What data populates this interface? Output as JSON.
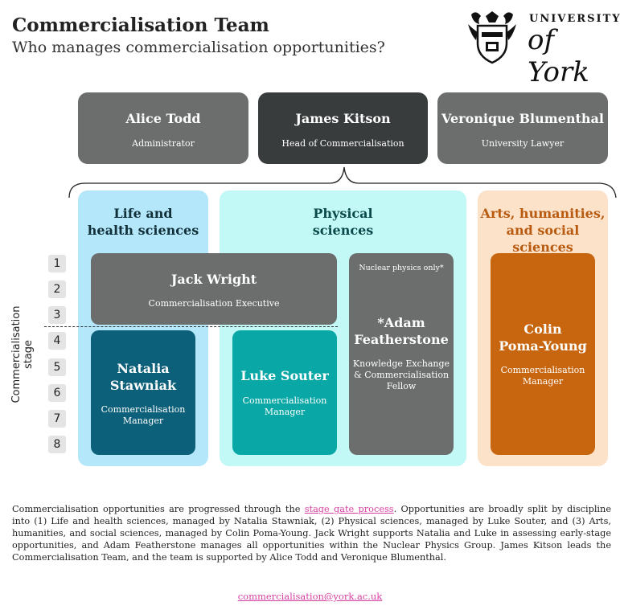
{
  "header": {
    "title": "Commercialisation Team",
    "subtitle": "Who manages commercialisation opportunities?"
  },
  "logo": {
    "line1": "UNIVERSITY",
    "line2": "of York"
  },
  "top_roles": [
    {
      "name": "Alice Todd",
      "role": "Administrator",
      "color": "#6b6e6d"
    },
    {
      "name": "James Kitson",
      "role": "Head of Commercialisation",
      "color": "#393c3d"
    },
    {
      "name": "Veronique Blumenthal",
      "role": "University Lawyer",
      "color": "#6b6e6d"
    }
  ],
  "axis_label": "Commercialisation stage",
  "stages": [
    "1",
    "2",
    "3",
    "4",
    "5",
    "6",
    "7",
    "8"
  ],
  "panels": {
    "life": {
      "title_line1": "Life and",
      "title_line2": "health sciences",
      "bg": "#b3e7f9"
    },
    "physical": {
      "title_line1": "Physical",
      "title_line2": "sciences",
      "bg": "#c2f8f6"
    },
    "arts": {
      "title_line1": "Arts, humanities,",
      "title_line2": "and social sciences",
      "bg": "#fde2ca",
      "title_color": "#b85b10"
    }
  },
  "people": {
    "jack": {
      "name": "Jack Wright",
      "role": "Commercialisation Executive",
      "color": "#6b6e6d"
    },
    "natalia": {
      "name_line1": "Natalia",
      "name_line2": "Stawniak",
      "role_line1": "Commercialisation",
      "role_line2": "Manager",
      "color": "#0d6079"
    },
    "luke": {
      "name": "Luke Souter",
      "role_line1": "Commercialisation",
      "role_line2": "Manager",
      "color": "#0aa7a7"
    },
    "adam": {
      "note": "Nuclear physics only*",
      "name_line1": "*Adam",
      "name_line2": "Featherstone",
      "role_line1": "Knowledge Exchange",
      "role_line2": "& Commercialisation",
      "role_line3": "Fellow",
      "color": "#6b6e6d"
    },
    "colin": {
      "name_line1": "Colin",
      "name_line2": "Poma-Young",
      "role_line1": "Commercialisation",
      "role_line2": "Manager",
      "color": "#c7660f"
    }
  },
  "description": {
    "part1": "Commercialisation opportunities are progressed through the ",
    "link": "stage gate process",
    "part2": ". Opportunities are broadly split by discipline into (1) Life and health sciences, managed by Natalia Stawniak, (2) Physical sciences, managed by Luke Souter, and (3) Arts, humanities, and social sciences, managed by Colin Poma-Young. Jack Wright supports Natalia and Luke in assessing early-stage opportunities, and Adam Featherstone manages all opportunities within the Nuclear Physics Group. James Kitson leads the Commercialisation Team, and the team is supported by Alice Todd and Veronique Blumenthal."
  },
  "email": "commercialisation@york.ac.uk"
}
